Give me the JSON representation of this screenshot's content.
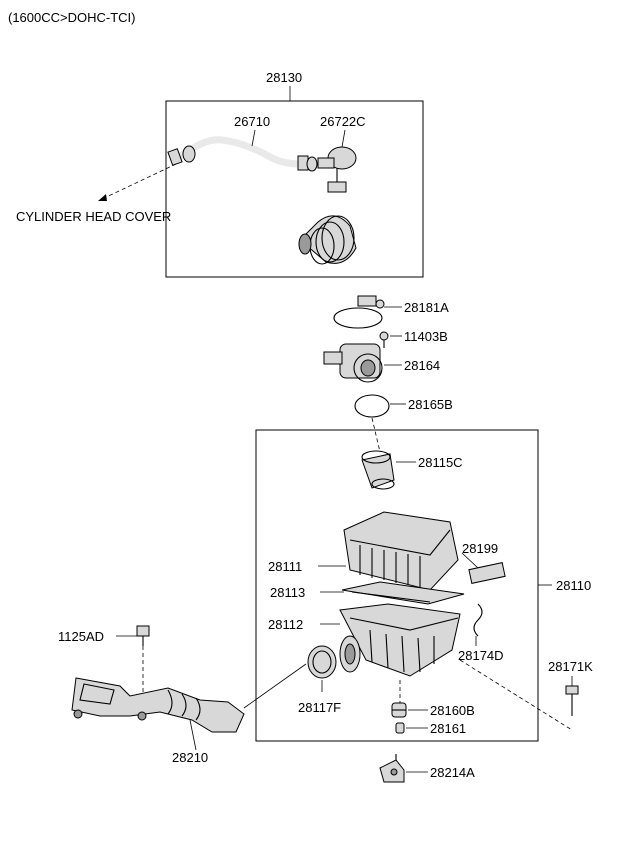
{
  "header": {
    "engine_spec": "(1600CC>DOHC-TCI)"
  },
  "parts": {
    "p28130": "28130",
    "p26710": "26710",
    "p26722C": "26722C",
    "cylinder_head_cover": "CYLINDER HEAD COVER",
    "p28181A": "28181A",
    "p11403B": "11403B",
    "p28164": "28164",
    "p28165B": "28165B",
    "p28115C": "28115C",
    "p28111": "28111",
    "p28199": "28199",
    "p28110": "28110",
    "p28113": "28113",
    "p28112": "28112",
    "p28174D": "28174D",
    "p1125AD": "1125AD",
    "p28171K": "28171K",
    "p28117F": "28117F",
    "p28160B": "28160B",
    "p28161": "28161",
    "p28210": "28210",
    "p28214A": "28214A"
  }
}
